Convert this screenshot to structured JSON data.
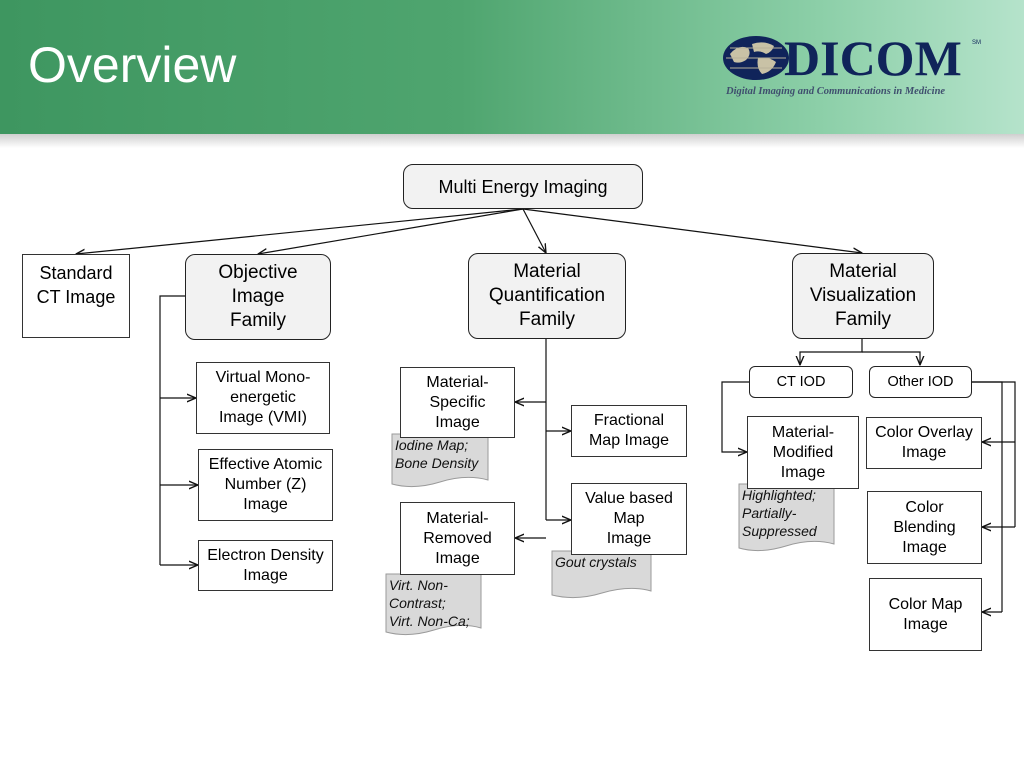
{
  "slide": {
    "title": "Overview",
    "logo": {
      "wordmark": "DICOM",
      "trademark": "SM",
      "tagline": "Digital Imaging and Communications in Medicine"
    }
  },
  "diagram": {
    "root": "Multi Energy Imaging",
    "standard_ct": "Standard\nCT Image",
    "families": {
      "objective": "Objective\nImage\nFamily",
      "quantification": "Material\nQuantification\nFamily",
      "visualization": "Material\nVisualization\nFamily"
    },
    "objective_children": {
      "vmi": "Virtual Mono-\nenergetic\nImage (VMI)",
      "effective_z": "Effective Atomic\nNumber (Z)\nImage",
      "electron_density": "Electron Density\nImage"
    },
    "quantification_children": {
      "material_specific": "Material-\nSpecific\nImage",
      "material_removed": "Material-\nRemoved\nImage",
      "fractional_map": "Fractional\nMap Image",
      "value_map": "Value based\nMap\nImage"
    },
    "visualization_children": {
      "ct_iod": "CT IOD",
      "other_iod": "Other IOD",
      "material_modified": "Material-\nModified\nImage",
      "color_overlay": "Color Overlay\nImage",
      "color_blending": "Color\nBlending\nImage",
      "color_map": "Color Map\nImage"
    },
    "notes": {
      "specific_note": "Iodine Map;\nBone Density",
      "removed_note": "Virt. Non-\nContrast;\nVirt. Non-Ca;",
      "value_note": "Gout crystals",
      "modified_note": "Highlighted;\nPartially-\nSuppressed"
    },
    "colors": {
      "header_green": "#3e9660",
      "note_fill": "#d9d9d9",
      "family_fill": "#f2f2f2",
      "dicom_navy": "#10245a"
    }
  }
}
